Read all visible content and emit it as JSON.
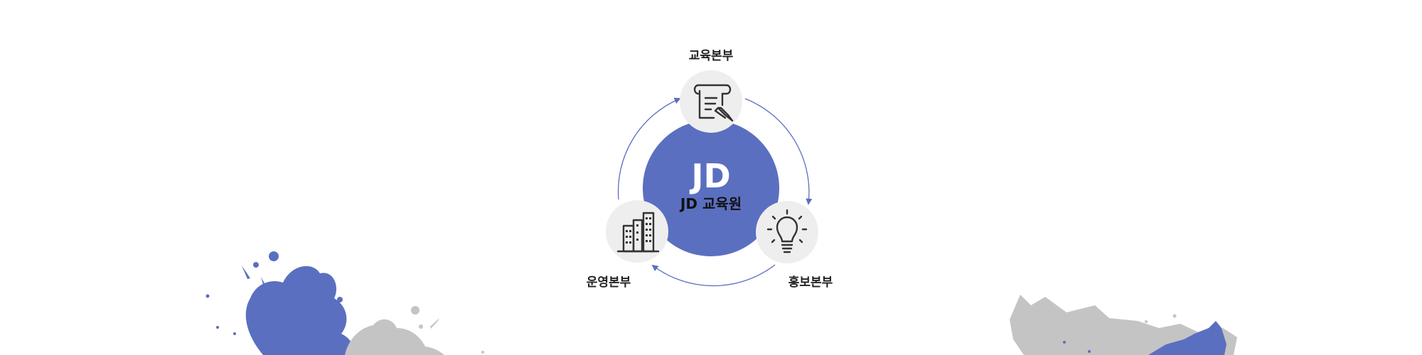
{
  "hub": {
    "title": "JD",
    "subtitle": "JD 교육원"
  },
  "departments": [
    {
      "label": "교육본부",
      "icon": "document-pencil-icon"
    },
    {
      "label": "홍보본부",
      "icon": "lightbulb-icon"
    },
    {
      "label": "운영본부",
      "icon": "buildings-icon"
    }
  ],
  "colors": {
    "accent": "#5b6fc0",
    "node_fill": "#eeeeee",
    "icon_stroke": "#333333",
    "splash_gray": "#c4c4c4"
  }
}
